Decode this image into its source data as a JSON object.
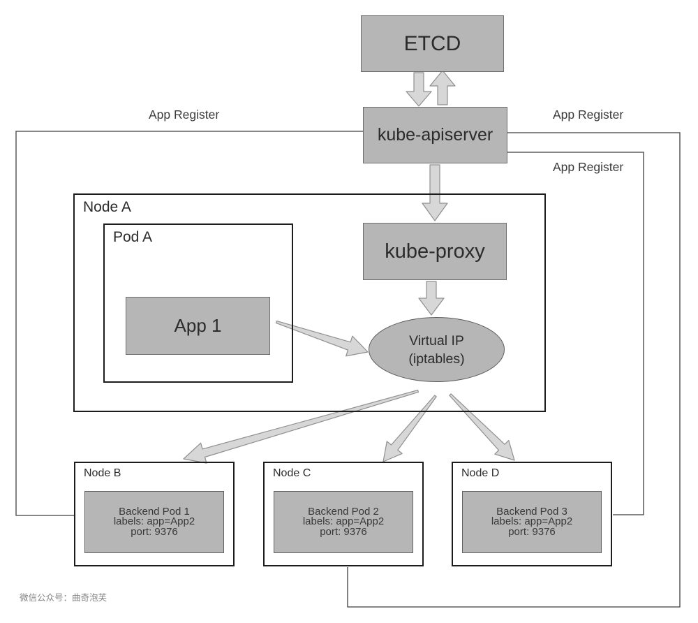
{
  "diagram": {
    "etcd_label": "ETCD",
    "apiserver_label": "kube-apiserver",
    "proxy_label": "kube-proxy",
    "virtual_ip": {
      "line1": "Virtual IP",
      "line2": "(iptables)"
    },
    "app_register_left": "App Register",
    "app_register_right_top": "App Register",
    "app_register_right_bottom": "App Register",
    "node_a": {
      "label": "Node A",
      "pod_a": {
        "label": "Pod A",
        "app_label": "App 1"
      }
    },
    "backend_nodes": [
      {
        "label": "Node B",
        "pod": {
          "title": "Backend Pod 1",
          "labels": "labels: app=App2",
          "port": "port: 9376"
        }
      },
      {
        "label": "Node C",
        "pod": {
          "title": "Backend Pod 2",
          "labels": "labels: app=App2",
          "port": "port: 9376"
        }
      },
      {
        "label": "Node D",
        "pod": {
          "title": "Backend Pod 3",
          "labels": "labels: app=App2",
          "port": "port: 9376"
        }
      }
    ],
    "footer": "微信公众号：曲奇泡芙"
  },
  "colors": {
    "box_fill": "#b6b6b6",
    "box_border": "#6e6e6e",
    "node_border": "#1c1c1c",
    "arrow_fill": "#d7d7d7",
    "arrow_stroke": "#8f8f8f",
    "line": "#3f3f3f",
    "text": "#2b2b2b",
    "footer_text": "#858585"
  }
}
